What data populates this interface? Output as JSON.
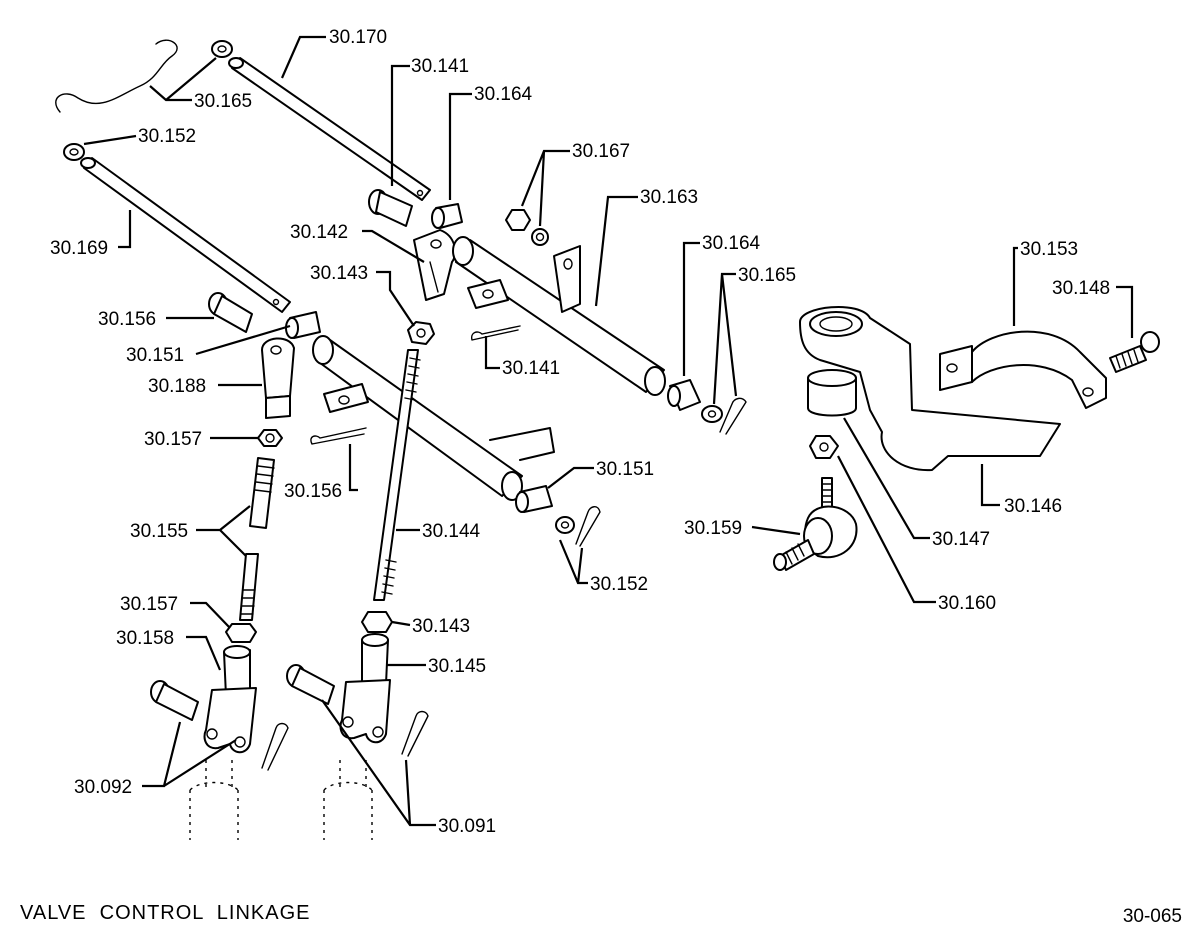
{
  "footer": {
    "title": "VALVE  CONTROL  LINKAGE",
    "page_number": "30-065"
  },
  "callouts": [
    {
      "id": "c170",
      "label": "30.170"
    },
    {
      "id": "c141a",
      "label": "30.141"
    },
    {
      "id": "c164a",
      "label": "30.164"
    },
    {
      "id": "c165a",
      "label": "30.165"
    },
    {
      "id": "c152a",
      "label": "30.152"
    },
    {
      "id": "c167",
      "label": "30.167"
    },
    {
      "id": "c163",
      "label": "30.163"
    },
    {
      "id": "c169",
      "label": "30.169"
    },
    {
      "id": "c142",
      "label": "30.142"
    },
    {
      "id": "c164b",
      "label": "30.164"
    },
    {
      "id": "c143a",
      "label": "30.143"
    },
    {
      "id": "c165b",
      "label": "30.165"
    },
    {
      "id": "c153",
      "label": "30.153"
    },
    {
      "id": "c148",
      "label": "30.148"
    },
    {
      "id": "c156a",
      "label": "30.156"
    },
    {
      "id": "c151a",
      "label": "30.151"
    },
    {
      "id": "c141b",
      "label": "30.141"
    },
    {
      "id": "c188",
      "label": "30.188"
    },
    {
      "id": "c157a",
      "label": "30.157"
    },
    {
      "id": "c156b",
      "label": "30.156"
    },
    {
      "id": "c151b",
      "label": "30.151"
    },
    {
      "id": "c146",
      "label": "30.146"
    },
    {
      "id": "c155",
      "label": "30.155"
    },
    {
      "id": "c144",
      "label": "30.144"
    },
    {
      "id": "c159",
      "label": "30.159"
    },
    {
      "id": "c147",
      "label": "30.147"
    },
    {
      "id": "c152b",
      "label": "30.152"
    },
    {
      "id": "c160",
      "label": "30.160"
    },
    {
      "id": "c157b",
      "label": "30.157"
    },
    {
      "id": "c143b",
      "label": "30.143"
    },
    {
      "id": "c158",
      "label": "30.158"
    },
    {
      "id": "c145",
      "label": "30.145"
    },
    {
      "id": "c092",
      "label": "30.092"
    },
    {
      "id": "c091",
      "label": "30.091"
    }
  ]
}
